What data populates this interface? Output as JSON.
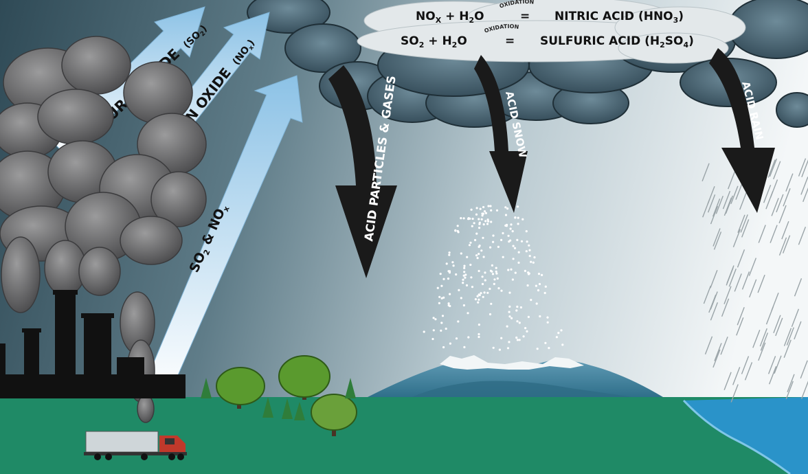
{
  "arrows_up": {
    "sulfur_dioxide": {
      "label": "SULFUR DIOXIDE",
      "formula": "(SO",
      "sub": "2",
      "close": ")"
    },
    "nitrogen_oxide": {
      "label": "NITROGEN OXIDE",
      "formula": "(NO",
      "sub": "x",
      "close": ")"
    },
    "so2_nox": {
      "p1": "SO",
      "s1": "2",
      "p2": " & NO",
      "s2": "x"
    }
  },
  "equations": {
    "line1": {
      "a": "NO",
      "a_sub": "X",
      "b": " + H",
      "b_sub": "2",
      "c": "O",
      "eq": "=",
      "d": "NITRIC ACID (HNO",
      "d_sub": "3",
      "e": ")"
    },
    "line2": {
      "a": "SO",
      "a_sub": "2",
      "b": " + H",
      "b_sub": "2",
      "c": "O",
      "eq": "=",
      "d": "SULFURIC ACID (H",
      "d_sub": "2",
      "d2": "SO",
      "d2_sub": "4",
      "e": ")"
    },
    "oxidation": "OXIDATION"
  },
  "arrows_down": {
    "particles": "ACID PARTICLES & GASES",
    "snow": "ACID SNOW",
    "rain": "ACID RAIN"
  },
  "colors": {
    "sky_left": "#2f4a56",
    "sky_right": "#f4f7f8",
    "ground": "#1f8a66",
    "water": "#2a93c9",
    "arrow_down": "#1a1a1a",
    "arrow_up": "#a9d3ef",
    "smoke": "#6f6f70",
    "cloud": "#3d5968"
  }
}
